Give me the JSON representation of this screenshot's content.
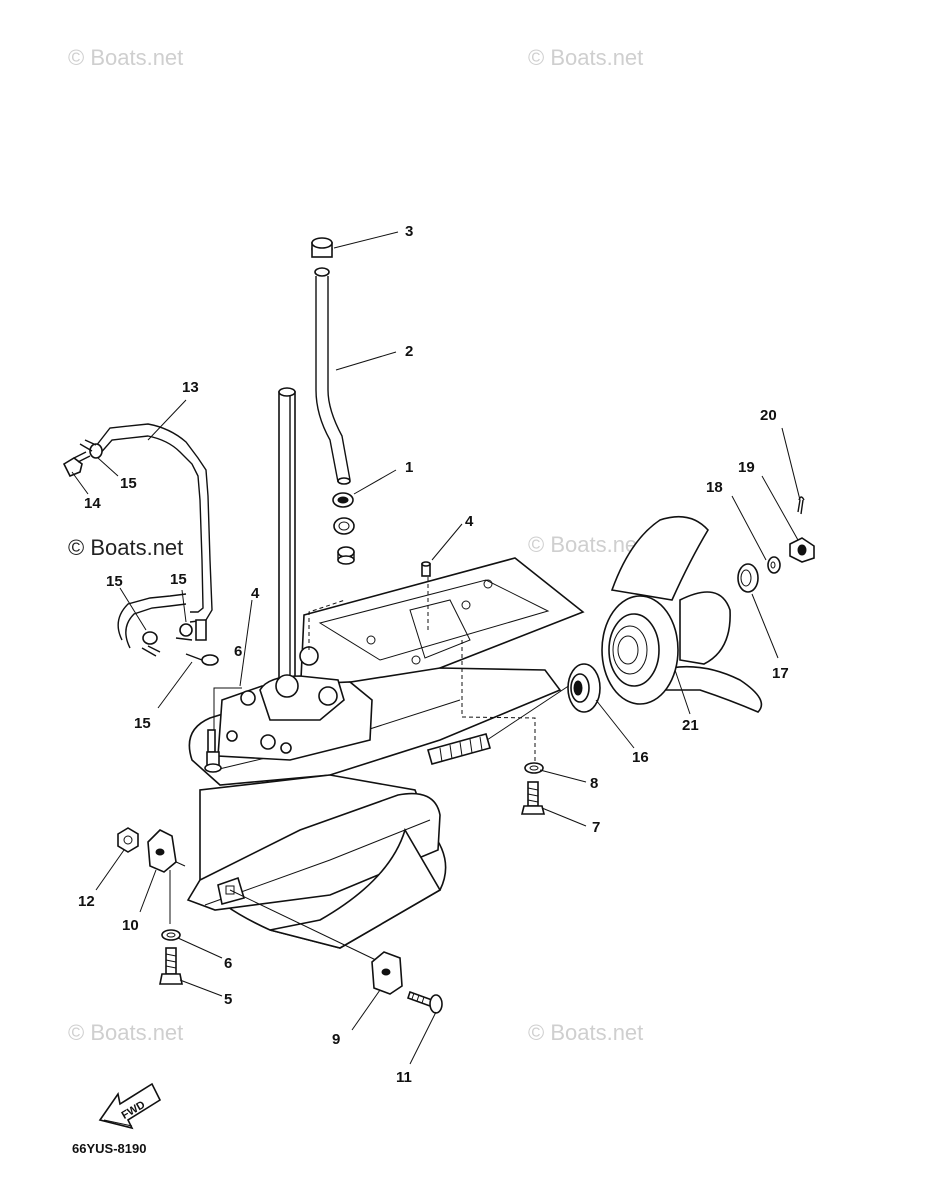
{
  "watermarks": [
    "© Boats.net",
    "© Boats.net",
    "© Boats.net",
    "© Boats.net",
    "© Boats.net",
    "© Boats.net"
  ],
  "drawing_code": "66YUS-8190",
  "fwd_label": "FWD",
  "labels": {
    "p1": "1",
    "p2": "2",
    "p3": "3",
    "p4a": "4",
    "p4b": "4",
    "p5": "5",
    "p6a": "6",
    "p6b": "6",
    "p7": "7",
    "p8": "8",
    "p9": "9",
    "p10": "10",
    "p11": "11",
    "p12": "12",
    "p13": "13",
    "p14": "14",
    "p15a": "15",
    "p15b": "15",
    "p15c": "15",
    "p15d": "15",
    "p16": "16",
    "p17": "17",
    "p18": "18",
    "p19": "19",
    "p20": "20",
    "p21": "21"
  }
}
